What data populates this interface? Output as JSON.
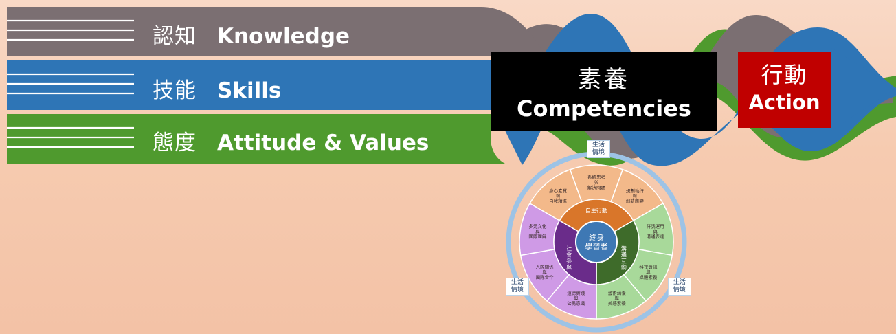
{
  "bands": [
    {
      "zh": "認知",
      "en": "Knowledge",
      "color": "#7b6f72"
    },
    {
      "zh": "技能",
      "en": "Skills",
      "color": "#2e75b6"
    },
    {
      "zh": "態度",
      "en": "Attitude & Values",
      "color": "#4f9a2e"
    }
  ],
  "competencies": {
    "zh": "素養",
    "en": "Competencies"
  },
  "action": {
    "zh": "行動",
    "en": "Action",
    "color": "#c00000"
  },
  "wheel": {
    "center": "終身\n學習者",
    "domains": [
      {
        "label": "自主行動",
        "color": "#d9762a",
        "light": "#f3b98a",
        "items": [
          "身心素質\n與\n自我精進",
          "系統思考\n與\n解決問題",
          "規劃執行\n與\n創新應變"
        ]
      },
      {
        "label": "溝通互動",
        "color": "#3e6b2a",
        "light": "#a8d99a",
        "items": [
          "符號運用\n與\n溝通表達",
          "科技資訊\n與\n媒體素養",
          "藝術涵養\n與\n美感素養"
        ]
      },
      {
        "label": "社會參與",
        "color": "#6a2c8a",
        "light": "#cf9ae6",
        "items": [
          "道德實踐\n與\n公民意識",
          "人際關係\n與\n團隊合作",
          "多元文化\n與\n國際理解"
        ]
      }
    ],
    "life_context": "生活\n情境"
  }
}
